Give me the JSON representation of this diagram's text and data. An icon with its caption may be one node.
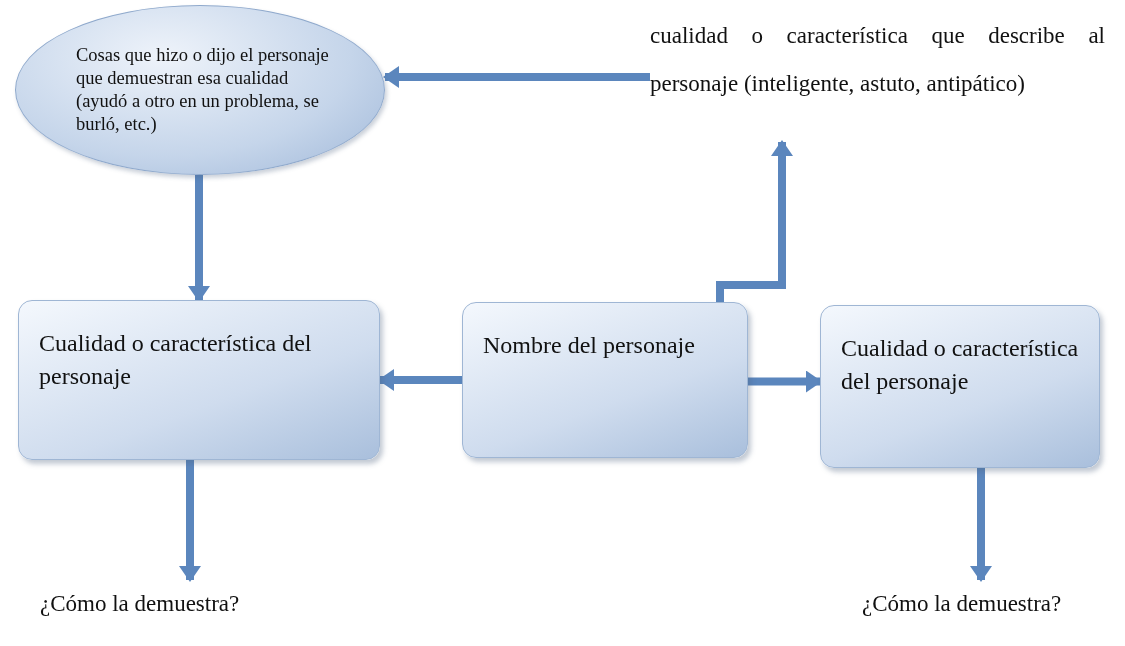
{
  "diagram": {
    "nodes": [
      {
        "text": [
          "Cosas que hizo o dijo el personaje que demuestran esa cualidad (ayudó a otro en un problema, se burló, etc.)"
        ]
      },
      {
        "text": [
          "cualidad o característica que describe al personaje (inteligente, astuto, antipático)"
        ]
      },
      {
        "text": [
          "Cualidad o característica del personaje"
        ]
      },
      {
        "text": [
          "Nombre del personaje"
        ]
      },
      {
        "text": [
          "Cualidad o característica del personaje"
        ]
      },
      {
        "text": [
          "¿Cómo la demuestra?"
        ]
      },
      {
        "text": [
          "¿Cómo la demuestra?"
        ]
      }
    ],
    "edges": [
      {
        "from": 1,
        "to": 0,
        "arrow": "to"
      },
      {
        "from": 0,
        "to": 2,
        "arrow": "to"
      },
      {
        "from": 3,
        "to": 2,
        "arrow": "to"
      },
      {
        "from": 3,
        "to": 4,
        "arrow": "to"
      },
      {
        "from": 3,
        "to": 1,
        "arrow": "to"
      },
      {
        "from": 2,
        "to": 5,
        "arrow": "to"
      },
      {
        "from": 4,
        "to": 6,
        "arrow": "to"
      }
    ]
  }
}
